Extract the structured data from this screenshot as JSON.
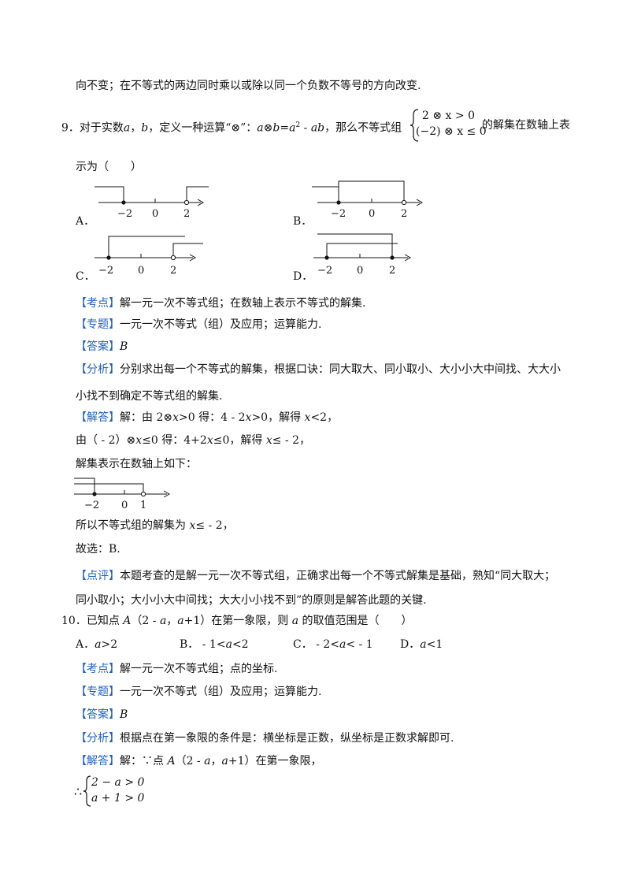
{
  "l1": "向不变；在不等式的两边同时乘以或除以同一个负数不等号的方向改变.",
  "q9": {
    "pre": "9．对于实数",
    "a": "a",
    "comma": "，",
    "b": "b",
    "mid": "，定义一种运算“⊗”：",
    "expr_a": "a",
    "otimes": "⊗",
    "expr_b": "b",
    "eq": "=",
    "expr_a2": "a",
    "sup2": "2",
    "minus": " - ",
    "expr_ab": "ab",
    "post": "，那么不等式组",
    "sys1": "2 ⊗ x > 0",
    "sys2": "(−2) ⊗ x ≤ 0",
    "tail": "的解集在数轴上表",
    "cont": "示为（　　）"
  },
  "options9": {
    "A": "A．",
    "B": "B．",
    "C": "C．",
    "D": "D．",
    "ticks": [
      "−2",
      "0",
      "2"
    ]
  },
  "kaodian9": {
    "tag": "【考点】",
    "text": "解一元一次不等式组；在数轴上表示不等式的解集."
  },
  "zhuanti9": {
    "tag": "【专题】",
    "text": "一元一次不等式（组）及应用；运算能力."
  },
  "daan9": {
    "tag": "【答案】",
    "text": "B"
  },
  "fenxi9": {
    "tag": "【分析】",
    "text": "分别求出每一个不等式的解集，根据口诀：同大取大、同小取小、大小小大中间找、大大小",
    "text2": "小找不到确定不等式组的解集."
  },
  "jieda9": {
    "tag": "【解答】",
    "s1a": "解：由 2⊗",
    "s1x": "x",
    "s1b": ">0 得：4 - 2",
    "s1x2": "x",
    "s1c": ">0，解得 ",
    "s1x3": "x",
    "s1d": "<2，",
    "s2a": "由（ - 2）⊗",
    "s2x": "x",
    "s2b": "≤0 得：4+2",
    "s2x2": "x",
    "s2c": "≤0，解得 ",
    "s2x3": "x",
    "s2d": "≤ - 2，",
    "s3": "解集表示在数轴上如下：",
    "ticks": [
      "−2",
      "0",
      "1"
    ],
    "s4a": "所以不等式组的解集为 ",
    "s4x": "x",
    "s4b": "≤ - 2，",
    "s5": "故选：B."
  },
  "dianping9": {
    "tag": "【点评】",
    "text": "本题考查的是解一元一次不等式组，正确求出每一个不等式解集是基础，熟知“同大取大；",
    "text2": "同小取小；大小小大中间找；大大小小找不到”的原则是解答此题的关键."
  },
  "q10": {
    "pre": "10．已知点 ",
    "A": "A",
    "mid": "（2 - ",
    "a1": "a",
    "c": "，",
    "a2": "a",
    "post": "+1）在第一象限，则 ",
    "a3": "a",
    "tail": " 的取值范围是（　　）",
    "optA_l": "A．",
    "optA_v": "a",
    "optA_r": ">2",
    "optB_l": "B．",
    "optB_v1": " - 1<",
    "optB_v": "a",
    "optB_r": "<2",
    "optC_l": "C．",
    "optC_v1": " - 2<",
    "optC_v": "a",
    "optC_r": "< - 1",
    "optD_l": "D．",
    "optD_v": "a",
    "optD_r": "<1"
  },
  "kaodian10": {
    "tag": "【考点】",
    "text": "解一元一次不等式组；点的坐标."
  },
  "zhuanti10": {
    "tag": "【专题】",
    "text": "一元一次不等式（组）及应用；运算能力."
  },
  "daan10": {
    "tag": "【答案】",
    "text": "B"
  },
  "fenxi10": {
    "tag": "【分析】",
    "text": "根据点在第一象限的条件是：横坐标是正数，纵坐标是正数求解即可."
  },
  "jieda10": {
    "tag": "【解答】",
    "t1": "解：∵点 ",
    "A": "A",
    "t2": "（2 - ",
    "a1": "a",
    "t3": "，",
    "a2": "a",
    "t4": "+1）在第一象限，",
    "therefore": "∴",
    "sys1": "2 − a > 0",
    "sys2": "a + 1 > 0"
  }
}
